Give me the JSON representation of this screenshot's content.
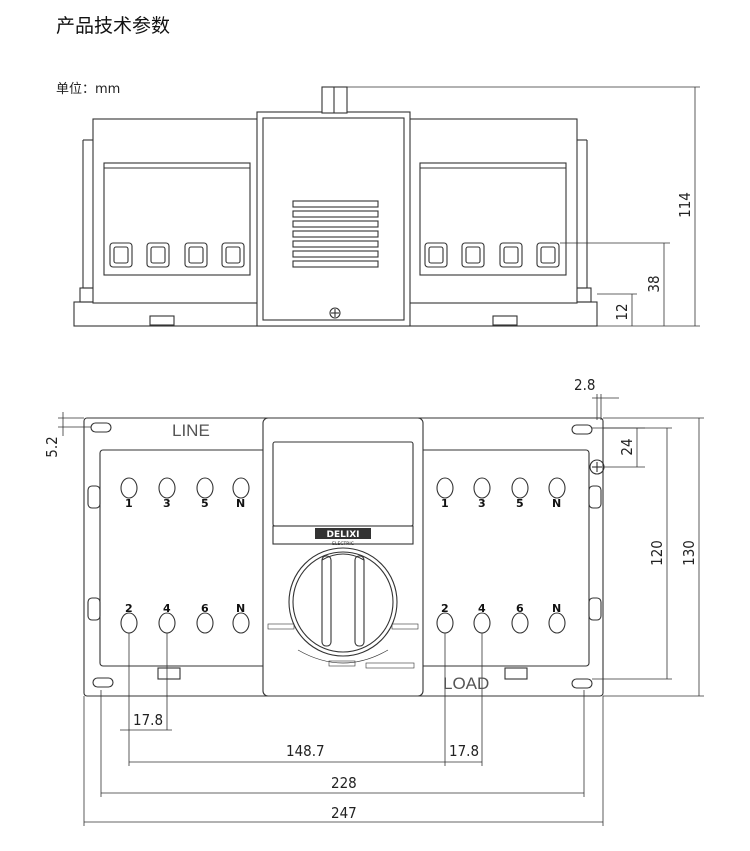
{
  "header": {
    "title": "产品技术参数",
    "unit": "单位：mm"
  },
  "front_view": {
    "dims": {
      "height_total": "114",
      "height_mid": "38",
      "height_base": "12"
    }
  },
  "top_view": {
    "dims": {
      "d_2_8": "2.8",
      "d_24": "24",
      "d_5_2": "5.2",
      "d_120": "120",
      "d_130": "130",
      "d_17_8_left": "17.8",
      "d_148_7": "148.7",
      "d_17_8_right": "17.8",
      "d_228": "228",
      "d_247": "247"
    },
    "line_label": "LINE",
    "load_label": "LOAD",
    "terminals_top": [
      "1",
      "3",
      "5",
      "N"
    ],
    "terminals_bottom": [
      "2",
      "4",
      "6",
      "N"
    ],
    "brand": "DELIXI",
    "brand_sub": "ELECTRIC"
  }
}
